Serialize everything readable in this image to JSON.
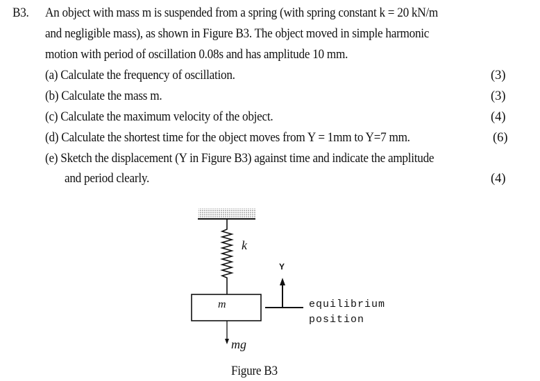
{
  "question": {
    "number": "B3.",
    "intro": [
      "An object with mass m is suspended from a spring (with spring constant k = 20 kN/m",
      "and negligible mass), as shown in Figure B3. The object moved in simple harmonic",
      "motion with period of oscillation 0.08s and has amplitude 10 mm."
    ],
    "parts": [
      {
        "text": "(a) Calculate the frequency of oscillation.",
        "marks": "(3)"
      },
      {
        "text": "(b) Calculate the mass m.",
        "marks": "(3)"
      },
      {
        "text": "(c) Calculate the maximum velocity of the object.",
        "marks": "(4)"
      },
      {
        "text": "(d) Calculate the shortest time for the object moves from Y = 1mm to Y=7 mm.",
        "marks": "(6)"
      },
      {
        "text": "(e) Sketch the displacement (Y in Figure B3) against time and indicate the amplitude",
        "continuation": "and period clearly.",
        "marks": "(4)"
      }
    ]
  },
  "figure": {
    "spring_label": "k",
    "mass_label": "m",
    "weight_label": "mg",
    "axis_label": "Y",
    "equilibrium_line1": "equilibrium",
    "equilibrium_line2": "position",
    "caption": "Figure B3"
  }
}
